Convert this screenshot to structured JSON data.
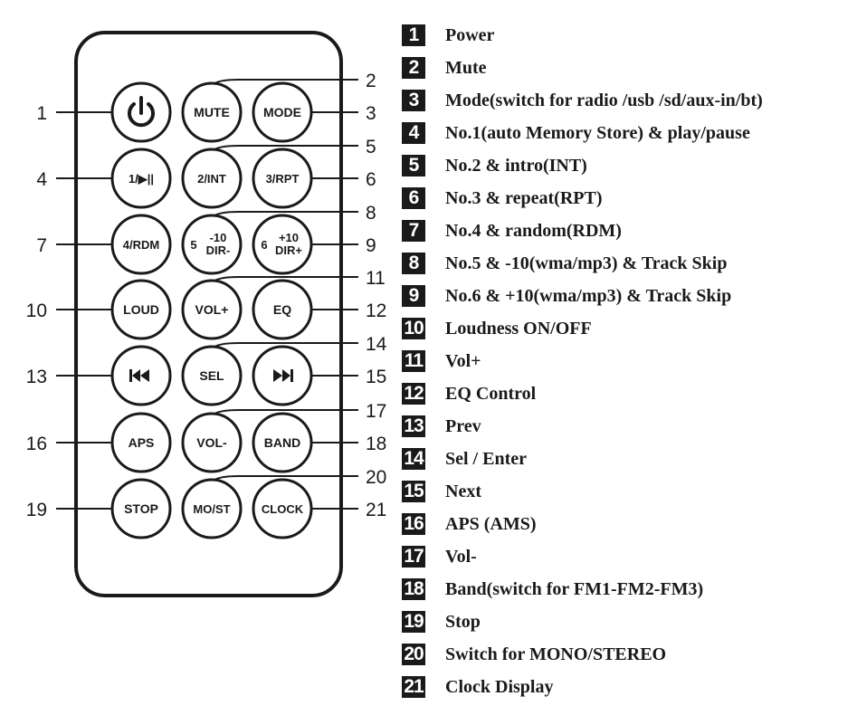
{
  "remote": {
    "buttons": [
      {
        "id": 1,
        "label": "",
        "icon": "power-icon"
      },
      {
        "id": 2,
        "label": "MUTE"
      },
      {
        "id": 3,
        "label": "MODE"
      },
      {
        "id": 4,
        "label": "1/▶||"
      },
      {
        "id": 5,
        "label": "2/INT"
      },
      {
        "id": 6,
        "label": "3/RPT"
      },
      {
        "id": 7,
        "label": "4/RDM"
      },
      {
        "id": 8,
        "label": "",
        "left": "5",
        "top": "-10",
        "bottom": "DIR-"
      },
      {
        "id": 9,
        "label": "",
        "left": "6",
        "top": "+10",
        "bottom": "DIR+"
      },
      {
        "id": 10,
        "label": "LOUD"
      },
      {
        "id": 11,
        "label": "VOL+"
      },
      {
        "id": 12,
        "label": "EQ"
      },
      {
        "id": 13,
        "label": "",
        "icon": "prev-track-icon"
      },
      {
        "id": 14,
        "label": "SEL"
      },
      {
        "id": 15,
        "label": "",
        "icon": "next-track-icon"
      },
      {
        "id": 16,
        "label": "APS"
      },
      {
        "id": 17,
        "label": "VOL-"
      },
      {
        "id": 18,
        "label": "BAND"
      },
      {
        "id": 19,
        "label": "STOP"
      },
      {
        "id": 20,
        "label": "MO/ST"
      },
      {
        "id": 21,
        "label": "CLOCK"
      }
    ]
  },
  "legend": [
    {
      "num": "1",
      "text": "Power"
    },
    {
      "num": "2",
      "text": "Mute"
    },
    {
      "num": "3",
      "text": "Mode(switch for radio /usb /sd/aux-in/bt)"
    },
    {
      "num": "4",
      "text": "No.1(auto Memory Store) & play/pause"
    },
    {
      "num": "5",
      "text": "No.2 & intro(INT)"
    },
    {
      "num": "6",
      "text": "No.3 & repeat(RPT)"
    },
    {
      "num": "7",
      "text": "No.4 & random(RDM)"
    },
    {
      "num": "8",
      "text": "No.5 & -10(wma/mp3) & Track Skip"
    },
    {
      "num": "9",
      "text": "No.6 & +10(wma/mp3) & Track Skip"
    },
    {
      "num": "10",
      "text": "Loudness ON/OFF"
    },
    {
      "num": "11",
      "text": "Vol+"
    },
    {
      "num": "12",
      "text": "EQ Control"
    },
    {
      "num": "13",
      "text": "Prev"
    },
    {
      "num": "14",
      "text": "Sel / Enter"
    },
    {
      "num": "15",
      "text": "Next"
    },
    {
      "num": "16",
      "text": "APS (AMS)"
    },
    {
      "num": "17",
      "text": "Vol-"
    },
    {
      "num": "18",
      "text": "Band(switch for FM1-FM2-FM3)"
    },
    {
      "num": "19",
      "text": "Stop"
    },
    {
      "num": "20",
      "text": "Switch for MONO/STEREO"
    },
    {
      "num": "21",
      "text": "Clock Display"
    }
  ]
}
